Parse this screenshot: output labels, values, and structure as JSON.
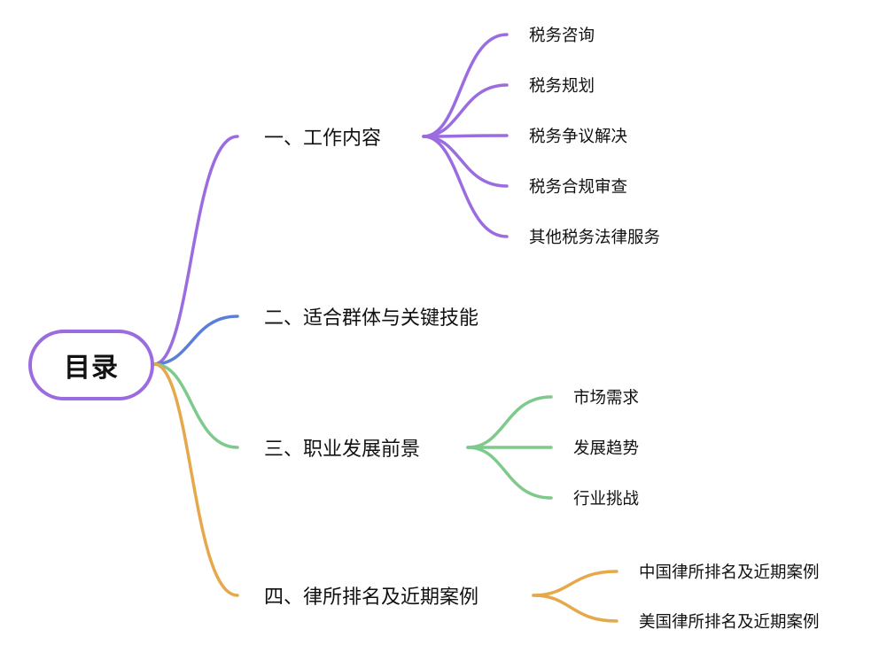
{
  "root": {
    "label": "目录",
    "color": "#9b6ce0"
  },
  "branches": [
    {
      "label": "一、工作内容",
      "color": "#9b6ce0",
      "children": [
        "税务咨询",
        "税务规划",
        "税务争议解决",
        "税务合规审查",
        "其他税务法律服务"
      ]
    },
    {
      "label": "二、适合群体与关键技能",
      "color": "#5b7fd9",
      "children": []
    },
    {
      "label": "三、职业发展前景",
      "color": "#7ec98c",
      "children": [
        "市场需求",
        "发展趋势",
        "行业挑战"
      ]
    },
    {
      "label": "四、律所排名及近期案例",
      "color": "#e5a84a",
      "children": [
        "中国律所排名及近期案例",
        "美国律所排名及近期案例"
      ]
    }
  ]
}
